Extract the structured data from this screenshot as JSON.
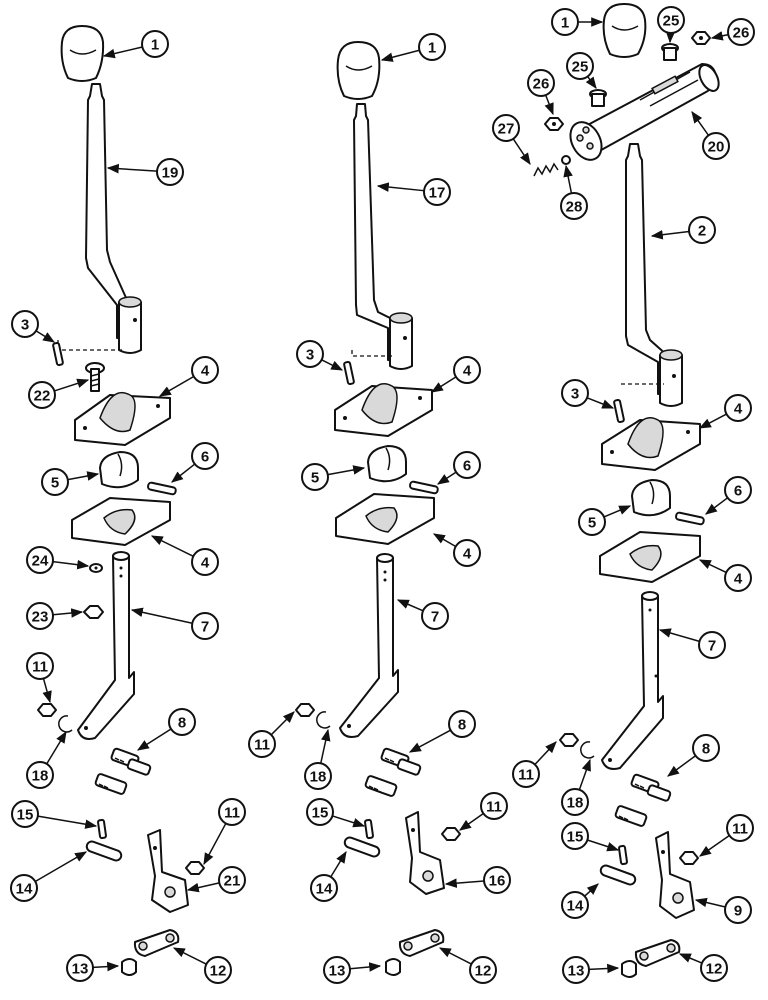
{
  "diagram": {
    "groups": [
      {
        "name": "left-assembly",
        "callouts": [
          "1",
          "19",
          "3",
          "22",
          "4",
          "5",
          "6",
          "4",
          "24",
          "23",
          "7",
          "11",
          "18",
          "8",
          "15",
          "11",
          "14",
          "21",
          "13",
          "12"
        ]
      },
      {
        "name": "middle-assembly",
        "callouts": [
          "1",
          "17",
          "3",
          "4",
          "5",
          "6",
          "4",
          "7",
          "11",
          "18",
          "8",
          "15",
          "11",
          "14",
          "16",
          "13",
          "12"
        ]
      },
      {
        "name": "right-assembly",
        "callouts": [
          "1",
          "25",
          "26",
          "25",
          "26",
          "27",
          "20",
          "28",
          "2",
          "3",
          "4",
          "5",
          "6",
          "4",
          "7",
          "11",
          "18",
          "8",
          "15",
          "11",
          "14",
          "9",
          "13",
          "12"
        ]
      }
    ]
  }
}
